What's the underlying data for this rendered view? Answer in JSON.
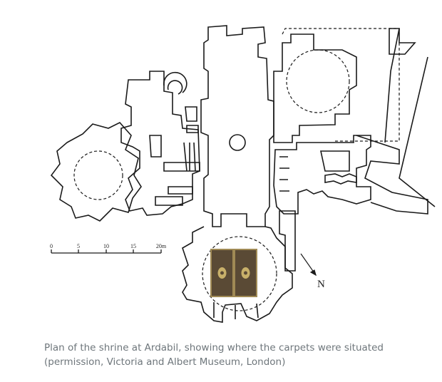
{
  "figure": {
    "scale_bar": {
      "ticks": [
        "0",
        "5",
        "10",
        "15",
        "20m"
      ]
    },
    "north_label": "N",
    "caption_line1": "Plan of the shrine at Ardabil, showing where the carpets were situated",
    "caption_line2": "(permission, Victoria and Albert Museum, London)",
    "colors": {
      "line": "#1a1a1a",
      "caption": "#6e767b",
      "carpet": "#5a4a35",
      "carpet_border": "#a08a55"
    }
  }
}
